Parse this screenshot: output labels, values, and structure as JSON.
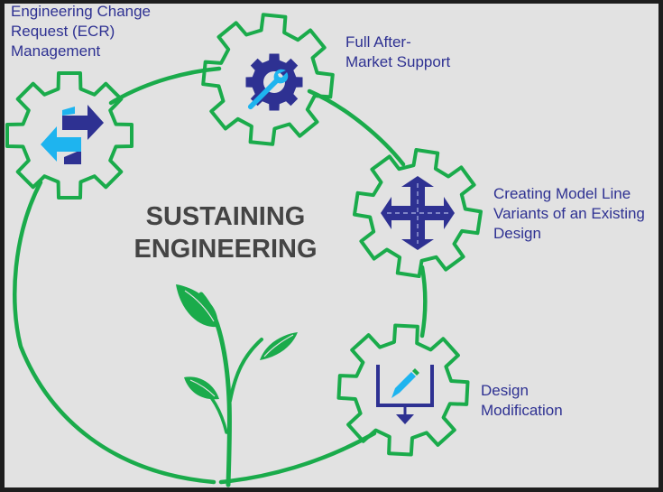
{
  "title": {
    "line1": "SUSTAINING",
    "line2": "ENGINEERING"
  },
  "items": [
    {
      "line1": "Engineering Change",
      "line2": "Request (ECR)",
      "line3": "Management",
      "icon": "swap-arrows-icon"
    },
    {
      "line1": "Full After-",
      "line2": "Market Support",
      "icon": "gear-wrench-icon"
    },
    {
      "line1": "Creating Model Line",
      "line2": "Variants of an Existing",
      "line3": "Design",
      "icon": "four-way-arrows-icon"
    },
    {
      "line1": "Design",
      "line2": "Modification",
      "icon": "pencil-download-icon"
    }
  ],
  "colors": {
    "green": "#1aab4b",
    "navy": "#2e3192",
    "cyan": "#1eb4ef",
    "text": "#444444",
    "background": "#e2e2e2",
    "frame": "#1e1e1e"
  }
}
